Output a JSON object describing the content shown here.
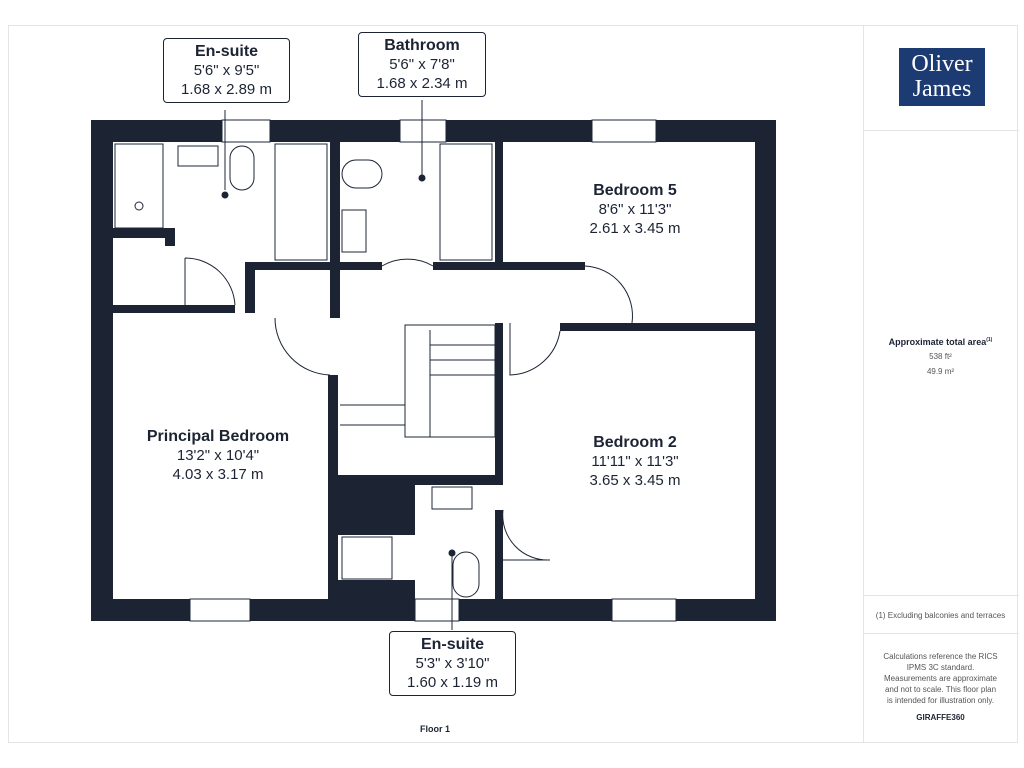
{
  "brand": {
    "line1": "Oliver",
    "line2": "James"
  },
  "rooms": [
    {
      "name": "En-suite",
      "imperial": "5'6\" x 9'5\"",
      "metric": "1.68 x 2.89 m"
    },
    {
      "name": "Bathroom",
      "imperial": "5'6\" x 7'8\"",
      "metric": "1.68 x 2.34 m"
    },
    {
      "name": "Bedroom 5",
      "imperial": "8'6\" x 11'3\"",
      "metric": "2.61 x 3.45 m"
    },
    {
      "name": "Principal Bedroom",
      "imperial": "13'2\" x 10'4\"",
      "metric": "4.03 x 3.17 m"
    },
    {
      "name": "Bedroom 2",
      "imperial": "11'11\" x 11'3\"",
      "metric": "3.65 x 3.45 m"
    },
    {
      "name": "En-suite",
      "imperial": "5'3\" x 3'10\"",
      "metric": "1.60 x 1.19 m"
    }
  ],
  "floor_label": "Floor 1",
  "area": {
    "title": "Approximate total area",
    "footnote_mark": "(1)",
    "sqft": "538 ft²",
    "sqm": "49.9 m²"
  },
  "footnote": "(1) Excluding balconies and terraces",
  "disclaimer": "Calculations reference the RICS IPMS 3C standard. Measurements are approximate and not to scale. This floor plan is intended for illustration only.",
  "credit": "GIRAFFE360",
  "colors": {
    "wall": "#1c2434",
    "brand": "#1d3b73"
  }
}
